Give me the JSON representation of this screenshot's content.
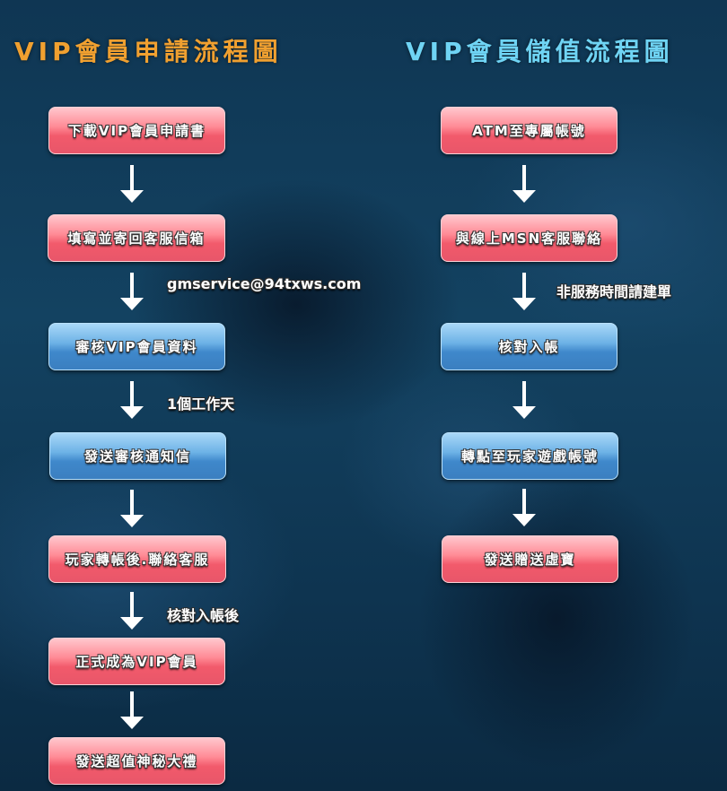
{
  "titles": {
    "apply": "VIP會員申請流程圖",
    "deposit": "VIP會員儲值流程圖"
  },
  "apply_flow": {
    "steps": [
      "下載VIP會員申請書",
      "填寫並寄回客服信箱",
      "審核VIP會員資料",
      "發送審核通知信",
      "玩家轉帳後.聯絡客服",
      "正式成為VIP會員",
      "發送超值神秘大禮"
    ],
    "notes": {
      "email": "gmservice@94txws.com",
      "review_time": "1個工作天",
      "after_check": "核對入帳後"
    }
  },
  "deposit_flow": {
    "steps": [
      "ATM至專屬帳號",
      "與線上MSN客服聯絡",
      "核對入帳",
      "轉點至玩家遊戲帳號",
      "發送贈送虛寶"
    ],
    "notes": {
      "off_hours": "非服務時間請建單"
    }
  },
  "colors": {
    "apply_title": "#f0a030",
    "deposit_title": "#6fd4f4",
    "pink_step": "#f25a6b",
    "blue_step": "#3f88cb",
    "arrow": "#ffffff"
  }
}
